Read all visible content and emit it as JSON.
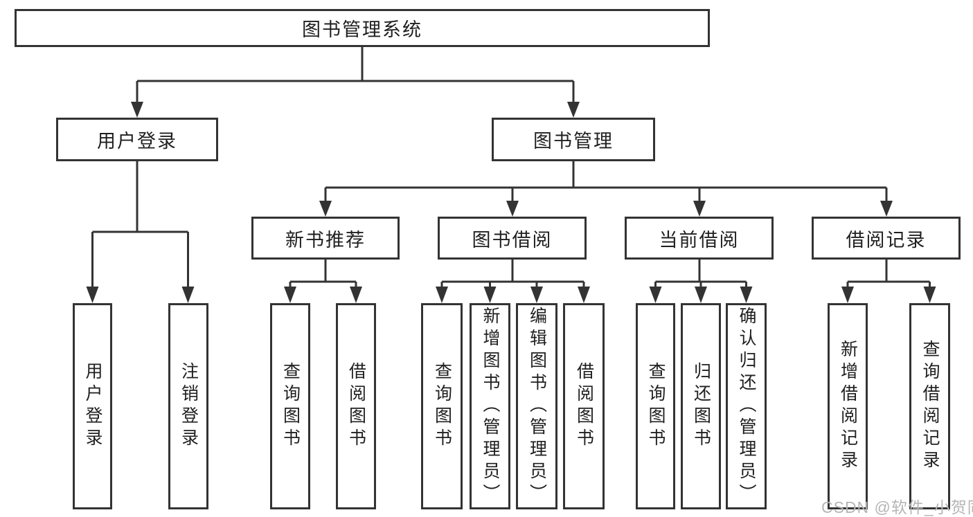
{
  "diagram_title": "图书管理系统",
  "tree": {
    "root": "图书管理系统",
    "login": {
      "label": "用户登录",
      "leaves": [
        "用户登录",
        "注销登录"
      ]
    },
    "management": {
      "label": "图书管理",
      "groups": [
        {
          "label": "新书推荐",
          "leaves": [
            "查询图书",
            "借阅图书"
          ]
        },
        {
          "label": "图书借阅",
          "leaves": [
            "查询图书",
            "新增图书（管理员）",
            "编辑图书（管理员）",
            "借阅图书"
          ]
        },
        {
          "label": "当前借阅",
          "leaves": [
            "查询图书",
            "归还图书",
            "确认归还（管理员）"
          ]
        },
        {
          "label": "借阅记录",
          "leaves": [
            "新增借阅记录",
            "查询借阅记录"
          ]
        }
      ]
    }
  },
  "watermark": "CSDN @软件_小贺同学",
  "colors": {
    "line": "#333333",
    "box_background": "#ffffff",
    "text": "#1f1f1f",
    "watermark": "#b5b5b5",
    "background": "#ffffff"
  }
}
